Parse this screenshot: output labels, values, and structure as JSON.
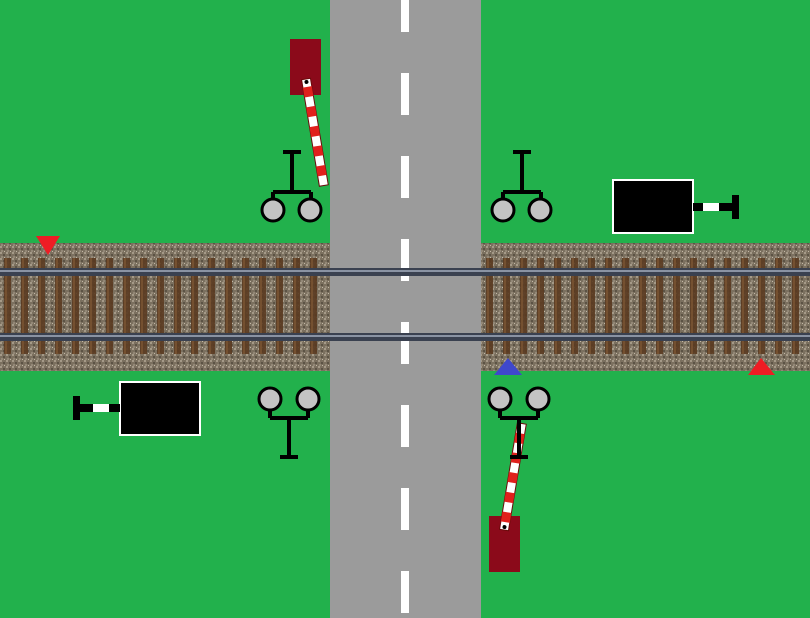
{
  "scene": {
    "type": "railway-level-crossing",
    "colors": {
      "grass": "#22b14c",
      "road": "#9b9b9b",
      "road_marking": "#ffffff",
      "ballast": "#7b705f",
      "sleeper": "#5a3a20",
      "rail": "#2e3440",
      "barrier_base": "#8b0a1a",
      "barrier_red": "#e0201c",
      "signal_lamp_off": "#c3c3c3",
      "signal_post": "#000000",
      "marker_red": "#ee1c24",
      "marker_blue": "#3f48cc"
    },
    "barriers": [
      {
        "name": "barrier-top-left",
        "state": "raised"
      },
      {
        "name": "barrier-bottom-right",
        "state": "raised"
      }
    ],
    "crossing_signals": [
      {
        "name": "crossing-signal-top-left",
        "lamps": [
          "off",
          "off"
        ]
      },
      {
        "name": "crossing-signal-top-right",
        "lamps": [
          "off",
          "off"
        ]
      },
      {
        "name": "crossing-signal-bottom-left",
        "lamps": [
          "off",
          "off"
        ]
      },
      {
        "name": "crossing-signal-bottom-right",
        "lamps": [
          "off",
          "off"
        ]
      }
    ],
    "warning_signs": [
      {
        "name": "warning-sign-right",
        "facing": "left"
      },
      {
        "name": "warning-sign-left",
        "facing": "right"
      }
    ],
    "track_markers": [
      {
        "name": "marker-red-down",
        "color": "red",
        "direction": "down"
      },
      {
        "name": "marker-blue-up",
        "color": "blue",
        "direction": "up"
      },
      {
        "name": "marker-red-up",
        "color": "red",
        "direction": "up"
      }
    ]
  }
}
